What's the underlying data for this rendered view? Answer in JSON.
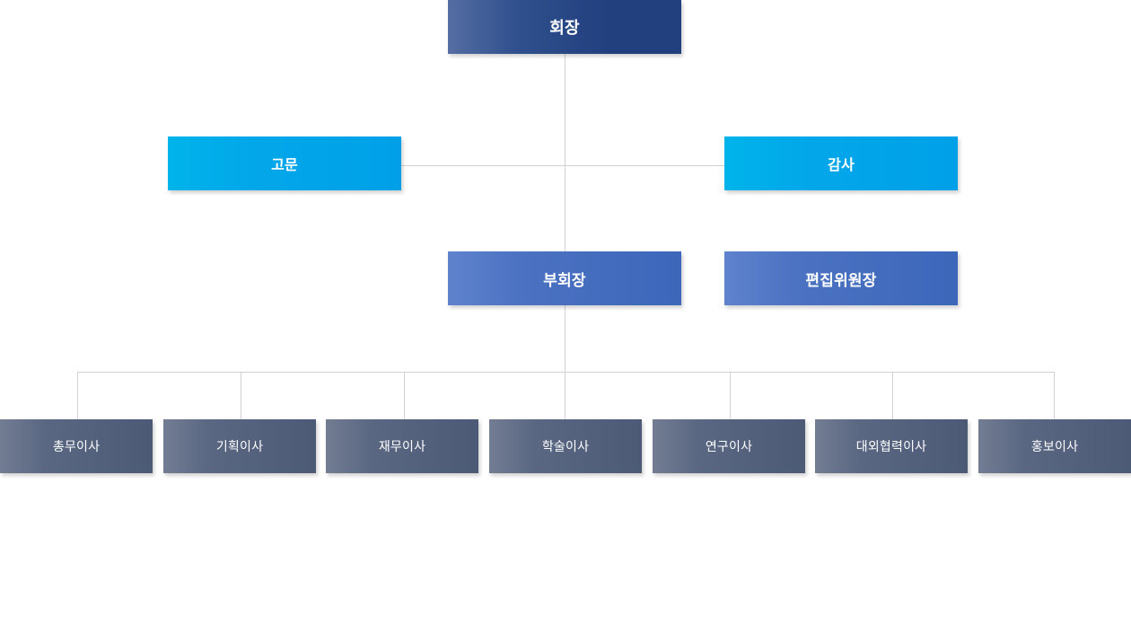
{
  "chart": {
    "chairman": "회장",
    "advisor": "고문",
    "auditor": "감사",
    "vice_chairman": "부회장",
    "editor_in_chief": "편집위원장",
    "directors": [
      "총무이사",
      "기획이사",
      "재무이사",
      "학술이사",
      "연구이사",
      "대외협력이사",
      "홍보이사"
    ]
  },
  "colors": {
    "chairman": "#223f7e",
    "advisor_auditor": "#00a0e8",
    "vice_editor": "#3c67ba",
    "director": "#4c5a76",
    "connector": "#d2d2d2"
  }
}
